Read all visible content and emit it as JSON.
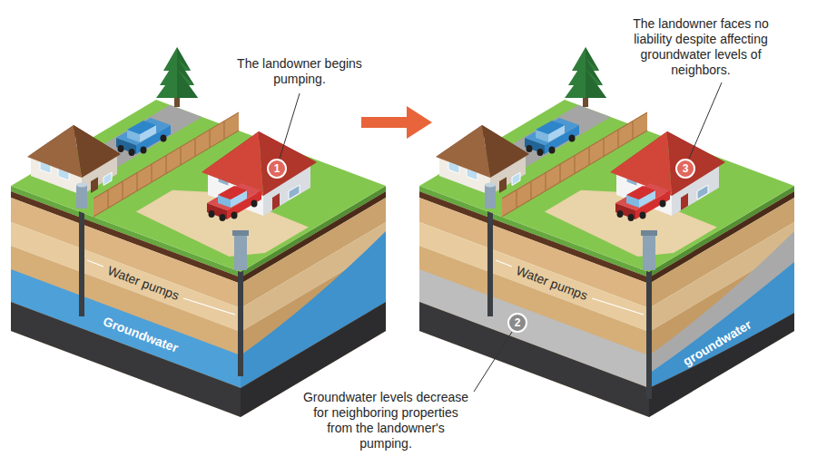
{
  "diagram": {
    "labels": [
      "The landowner begins pumping.",
      "1",
      "Water pumps",
      "Groundwater",
      "Groundwater levels decrease for neighboring properties from the landowner's pumping.",
      "2",
      "Water pumps",
      "groundwater",
      "The landowner faces no liability despite affecting groundwater levels of neighbors.",
      "3"
    ]
  }
}
